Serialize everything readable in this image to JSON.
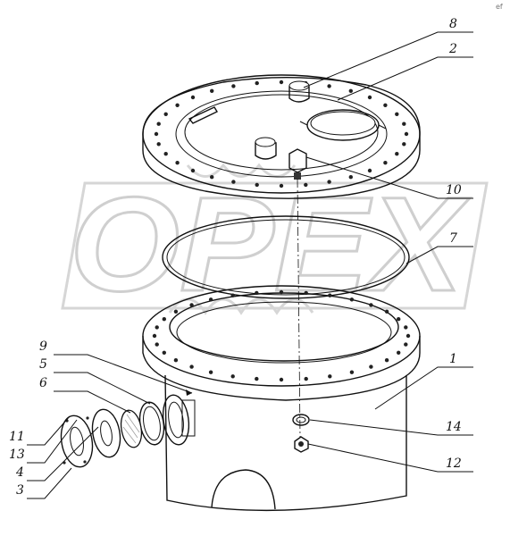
{
  "watermark": "OPEX",
  "corner_mark": "ef",
  "part_labels": [
    "8",
    "2",
    "10",
    "7",
    "1",
    "9",
    "5",
    "6",
    "11",
    "13",
    "4",
    "3",
    "14",
    "12"
  ]
}
